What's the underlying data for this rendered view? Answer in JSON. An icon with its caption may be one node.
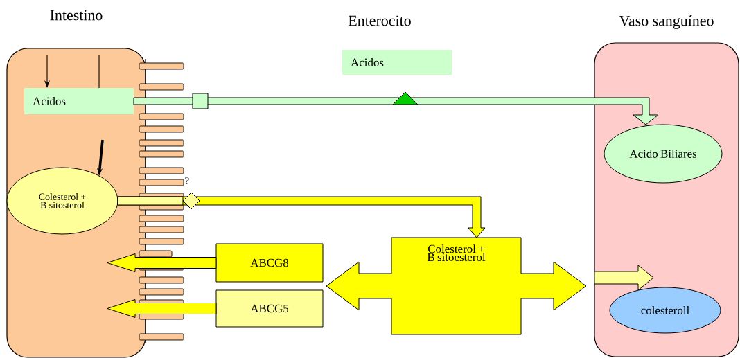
{
  "diagram": {
    "nodes": [
      {
        "text": [
          "Intestino"
        ]
      },
      {
        "text": [
          "Acidos"
        ],
        "in": 0
      },
      {
        "text": [
          "Colesterol + B sitosterol"
        ],
        "in": 0
      },
      {
        "text": [
          "Acidos"
        ]
      },
      {
        "text": [
          "ABCG8"
        ]
      },
      {
        "text": [
          "ABCG5"
        ]
      },
      {
        "text": [
          "Colesterol + B sitoesterol"
        ]
      },
      {
        "text": [
          "Vaso sanguíneo"
        ]
      },
      {
        "text": [
          "Acido Biliares"
        ],
        "in": 7
      },
      {
        "text": [
          "colesteroll"
        ],
        "in": 7
      }
    ],
    "edges": [
      {
        "from": 1,
        "to": 8,
        "arrow": "to",
        "color": "#ccffcc"
      },
      {
        "from": 2,
        "to": 6,
        "arrow": "to",
        "color": "#ffff00"
      },
      {
        "from": 4,
        "to": 0,
        "arrow": "to",
        "color": "#ffff00"
      },
      {
        "from": 5,
        "to": 0,
        "arrow": "to",
        "color": "#ffff00"
      },
      {
        "from": null,
        "to": 9,
        "arrow": "to",
        "color": "#ffff99"
      },
      {
        "from": null,
        "to": 1,
        "arrow": "to"
      },
      {
        "from": null,
        "to": 1,
        "arrow": "none"
      },
      {
        "from": null,
        "to": 2,
        "arrow": "to",
        "style": "thick"
      }
    ],
    "labels": [
      "Enterocito",
      "?"
    ]
  }
}
